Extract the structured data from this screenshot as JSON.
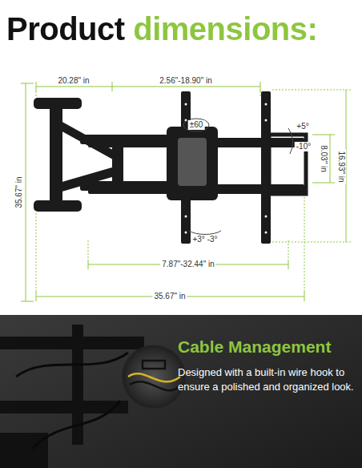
{
  "diagram": {
    "title": "Product dimensions:",
    "nodes": [
      {
        "text": [
          "Cable Management",
          "Designed with a built-in wire hook to ensure a polished and organized look."
        ]
      }
    ],
    "edges": [],
    "labels": [
      "20.28\" in",
      "2.56\"-18.90\" in",
      "±60",
      "+5°",
      "-10°",
      "8.03\" in",
      "16.93\" in",
      "35.67\" in",
      "+3° -3°",
      "7.87\"-32.44\" in",
      "35.67\" in"
    ]
  }
}
